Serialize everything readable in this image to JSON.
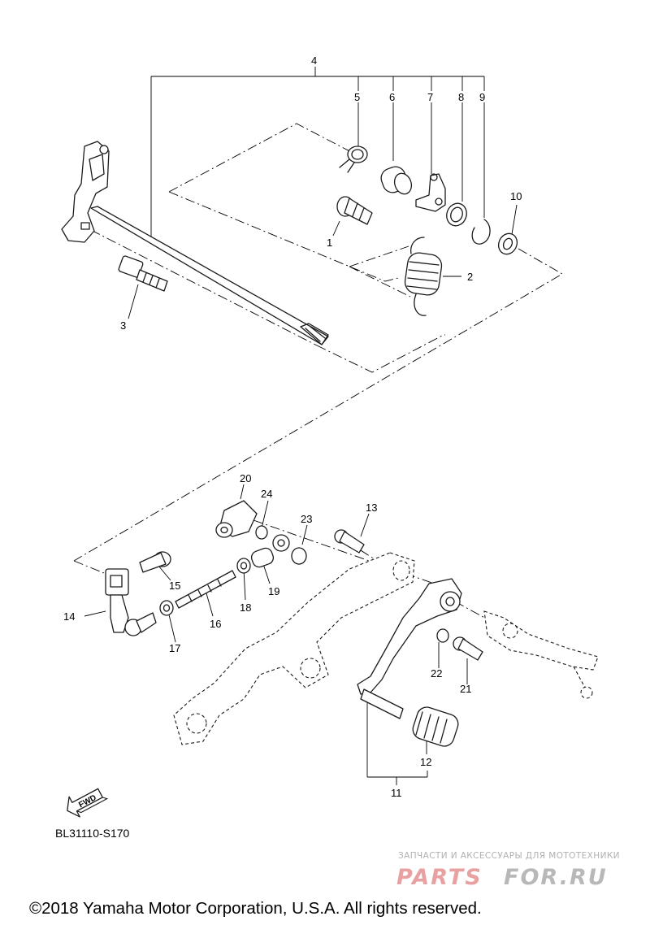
{
  "callouts": {
    "c1": "1",
    "c2": "2",
    "c3": "3",
    "c4": "4",
    "c5": "5",
    "c6": "6",
    "c7": "7",
    "c8": "8",
    "c9": "9",
    "c10": "10",
    "c11": "11",
    "c12": "12",
    "c13": "13",
    "c14": "14",
    "c15": "15",
    "c16": "16",
    "c17": "17",
    "c18": "18",
    "c19": "19",
    "c20": "20",
    "c21": "21",
    "c22": "22",
    "c23": "23",
    "c24": "24"
  },
  "fwd_label": "FWD",
  "diagram_code": "BL31110-S170",
  "watermark": {
    "tagline": "ЗАПЧАСТИ И АКСЕССУАРЫ ДЛЯ МОТОТЕХНИКИ",
    "brand_a": "PARTS",
    "brand_b": "FOR.RU",
    "color_red": "#e8a0a0",
    "color_grey": "#b8b8b8"
  },
  "copyright": "©2018 Yamaha Motor Corporation, U.S.A. All rights reserved."
}
